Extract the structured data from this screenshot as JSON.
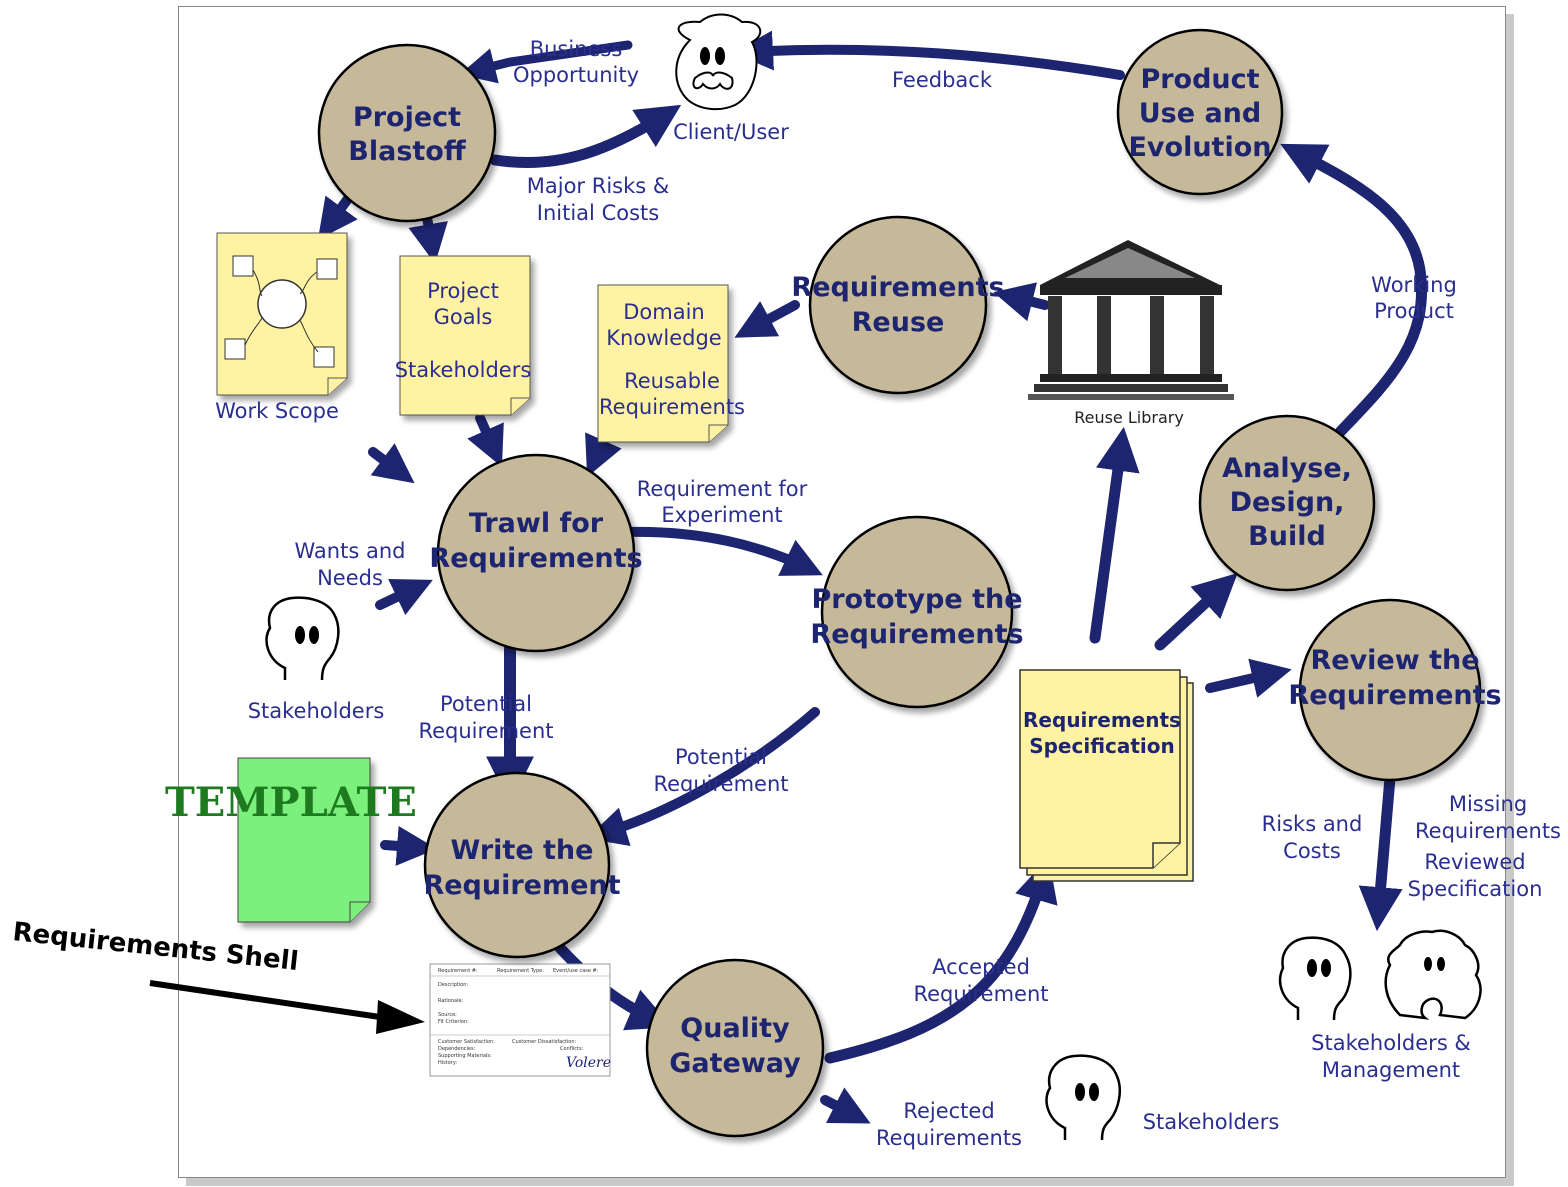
{
  "processes": {
    "project_blastoff": [
      "Project",
      "Blastoff"
    ],
    "product_use": [
      "Product",
      "Use and",
      "Evolution"
    ],
    "requirements_reuse": [
      "Requirements",
      "Reuse"
    ],
    "trawl": [
      "Trawl for",
      "Requirements"
    ],
    "prototype": [
      "Prototype the",
      "Requirements"
    ],
    "analyse": [
      "Analyse,",
      "Design,",
      "Build"
    ],
    "review": [
      "Review the",
      "Requirements"
    ],
    "write": [
      "Write the",
      "Requirement"
    ],
    "quality": [
      "Quality",
      "Gateway"
    ]
  },
  "labels": {
    "business_opportunity": [
      "Business",
      "Opportunity"
    ],
    "client_user": "Client/User",
    "feedback": "Feedback",
    "major_risks": [
      "Major Risks &",
      "Initial Costs"
    ],
    "work_scope": "Work Scope",
    "working_product": [
      "Working",
      "Product"
    ],
    "reuse_library": "Reuse Library",
    "requirement_for_experiment": [
      "Requirement for",
      "Experiment"
    ],
    "wants_needs": [
      "Wants and",
      "Needs"
    ],
    "stakeholders_left": "Stakeholders",
    "potential_req_1": [
      "Potential",
      "Requirement"
    ],
    "potential_req_2": [
      "Potential",
      "Requirement"
    ],
    "risks_costs": [
      "Risks and",
      "Costs"
    ],
    "missing_reqs": [
      "Missing",
      "Requirements"
    ],
    "reviewed_spec": [
      "Reviewed",
      "Specification"
    ],
    "stakeholders_mgmt": [
      "Stakeholders &",
      "Management"
    ],
    "accepted_req": [
      "Accepted",
      "Requirement"
    ],
    "rejected_reqs": [
      "Rejected",
      "Requirements"
    ],
    "stakeholders_bottom": "Stakeholders"
  },
  "documents": {
    "project_goals": [
      "Project",
      "Goals",
      "Stakeholders"
    ],
    "domain_knowledge": [
      "Domain",
      "Knowledge",
      "Reusable",
      "Requirements"
    ],
    "req_spec": [
      "Requirements",
      "Specification"
    ],
    "template": "TEMPLATE"
  },
  "shell": {
    "label": "Requirements Shell",
    "form_fields": [
      "Requirement #:",
      "Requirement Type:",
      "Event/use case #:",
      "Description:",
      "Rationale:",
      "Source:",
      "Fit Criterion:",
      "Customer Satisfaction:",
      "Customer Dissatisfaction:",
      "Dependencies:",
      "Conflicts:",
      "Supporting Materials:",
      "History:"
    ],
    "brand": "Volere"
  },
  "colors": {
    "circle_fill": "#c6b99a",
    "text_blue": "#2a2f8f",
    "arrow_navy": "#1d2470",
    "doc_yellow": "#fff3a3",
    "template_green": "#7cf07c",
    "template_text": "#1e7a1e"
  }
}
